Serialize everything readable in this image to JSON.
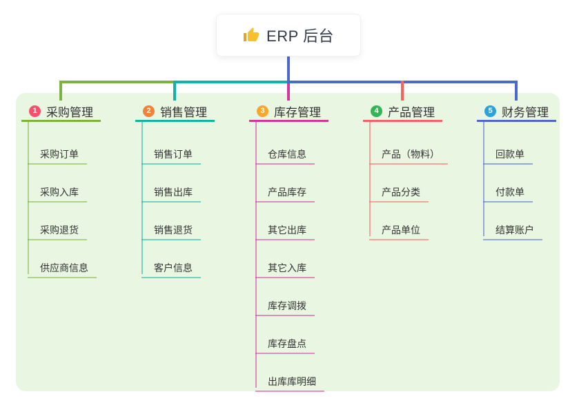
{
  "root": {
    "label": "ERP 后台",
    "icon": "thumbs-up-icon",
    "icon_color": "#f7c02d"
  },
  "branches": [
    {
      "badge": "1",
      "badge_color": "#f4506a",
      "line_color": "#7ab33f",
      "title": "采购管理",
      "children": [
        "采购订单",
        "采购入库",
        "采购退货",
        "供应商信息"
      ]
    },
    {
      "badge": "2",
      "badge_color": "#f58234",
      "line_color": "#12b2a6",
      "title": "销售管理",
      "children": [
        "销售订单",
        "销售出库",
        "销售退货",
        "客户信息"
      ]
    },
    {
      "badge": "3",
      "badge_color": "#f9a629",
      "line_color": "#d4359d",
      "title": "库存管理",
      "children": [
        "仓库信息",
        "产品库存",
        "其它出库",
        "其它入库",
        "库存调拨",
        "库存盘点",
        "出库库明细"
      ]
    },
    {
      "badge": "4",
      "badge_color": "#33b555",
      "line_color": "#f8625e",
      "title": "产品管理",
      "children": [
        "产品（物料）",
        "产品分类",
        "产品单位"
      ]
    },
    {
      "badge": "5",
      "badge_color": "#29a3dd",
      "line_color": "#4a68cd",
      "title": "财务管理",
      "children": [
        "回款单",
        "付款单",
        "结算账户"
      ]
    }
  ],
  "colors": {
    "canvas_bg": "#ffffff",
    "panel_bg": "#e8f6e2",
    "text": "#333333",
    "root_text": "#333a47",
    "root_connector": "#4a68cd"
  }
}
